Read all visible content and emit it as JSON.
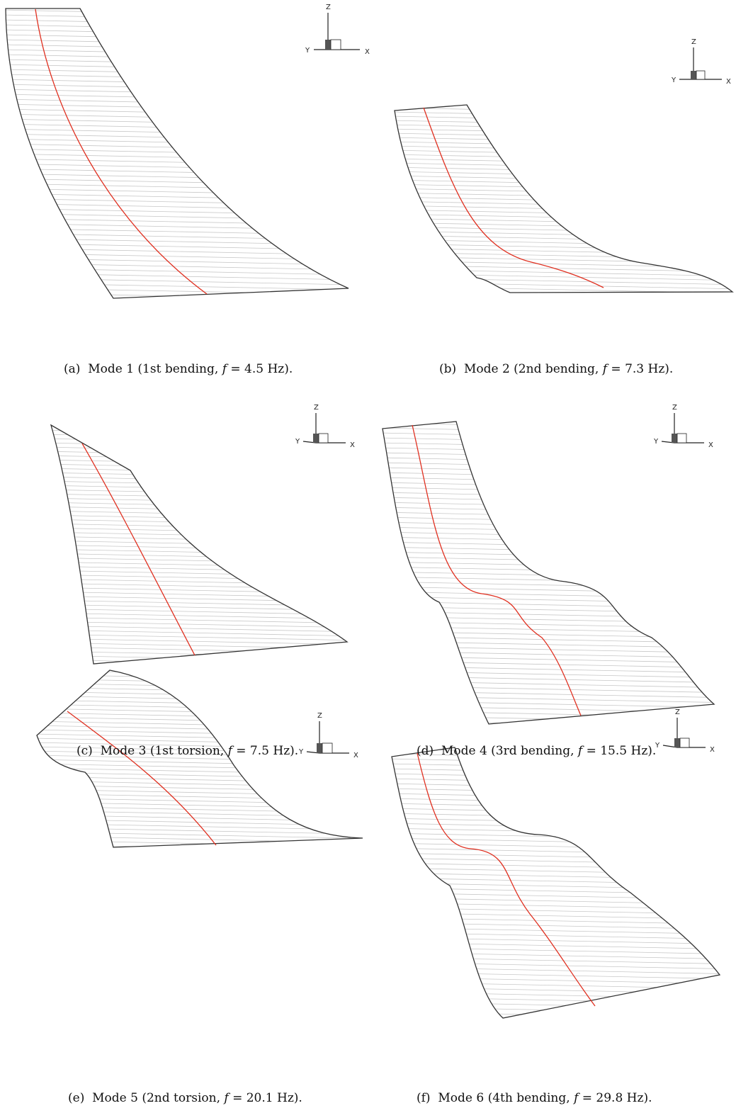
{
  "panels": [
    {
      "id": "a",
      "tag": "(a)",
      "text_before": "Mode 1 (1st bending,",
      "var": "f",
      "text_after": "= 4.5 Hz)."
    },
    {
      "id": "b",
      "tag": "(b)",
      "text_before": "Mode 2 (2nd bending,",
      "var": "f",
      "text_after": "= 7.3 Hz)."
    },
    {
      "id": "c",
      "tag": "(c)",
      "text_before": "Mode 3 (1st torsion,",
      "var": "f",
      "text_after": "= 7.5 Hz)."
    },
    {
      "id": "d",
      "tag": "(d)",
      "text_before": "Mode 4 (3rd bending,",
      "var": "f",
      "text_after": "= 15.5 Hz)."
    },
    {
      "id": "e",
      "tag": "(e)",
      "text_before": "Mode 5 (2nd torsion,",
      "var": "f",
      "text_after": "= 20.1 Hz)."
    },
    {
      "id": "f",
      "tag": "(f)",
      "text_before": "Mode 6 (4th bending,",
      "var": "f",
      "text_after": "= 29.8 Hz)."
    }
  ],
  "axis_labels": {
    "z": "Z",
    "y": "Y",
    "x": "X"
  },
  "colors": {
    "outline": "#333333",
    "mesh": "#c8c8c8",
    "spar": "#e03020",
    "text": "#111111"
  }
}
